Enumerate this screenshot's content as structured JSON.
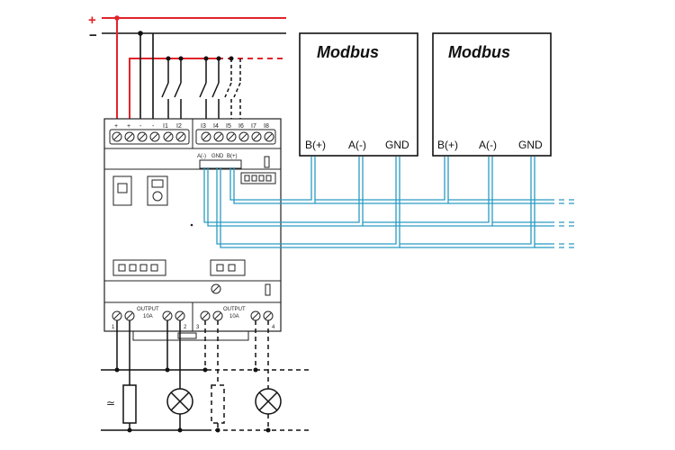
{
  "supply": {
    "plus_label": "+",
    "minus_label": "−",
    "line_color_positive": "#e0242a",
    "line_color_negative": "#111111",
    "line_color_bus": "#2a9bc4"
  },
  "controller": {
    "input_terminals": [
      "+",
      "+",
      "-",
      "-",
      "I1",
      "I2"
    ],
    "input_terminals_b": [
      "I3",
      "I4",
      "I5",
      "I6",
      "I7",
      "I8"
    ],
    "rs485_labels": [
      "A(-)",
      "GND",
      "B(+)"
    ],
    "output_labels": [
      "OUTPUT",
      "10A",
      "OUTPUT",
      "10A"
    ],
    "output_numbers": [
      "1",
      "2",
      "3",
      "4"
    ]
  },
  "modbus_devices": [
    {
      "title": "Modbus",
      "terminals": [
        "B(+)",
        "A(-)",
        "GND"
      ]
    },
    {
      "title": "Modbus",
      "terminals": [
        "B(+)",
        "A(-)",
        "GND"
      ]
    }
  ],
  "load": {
    "ac_symbol": "≃"
  }
}
